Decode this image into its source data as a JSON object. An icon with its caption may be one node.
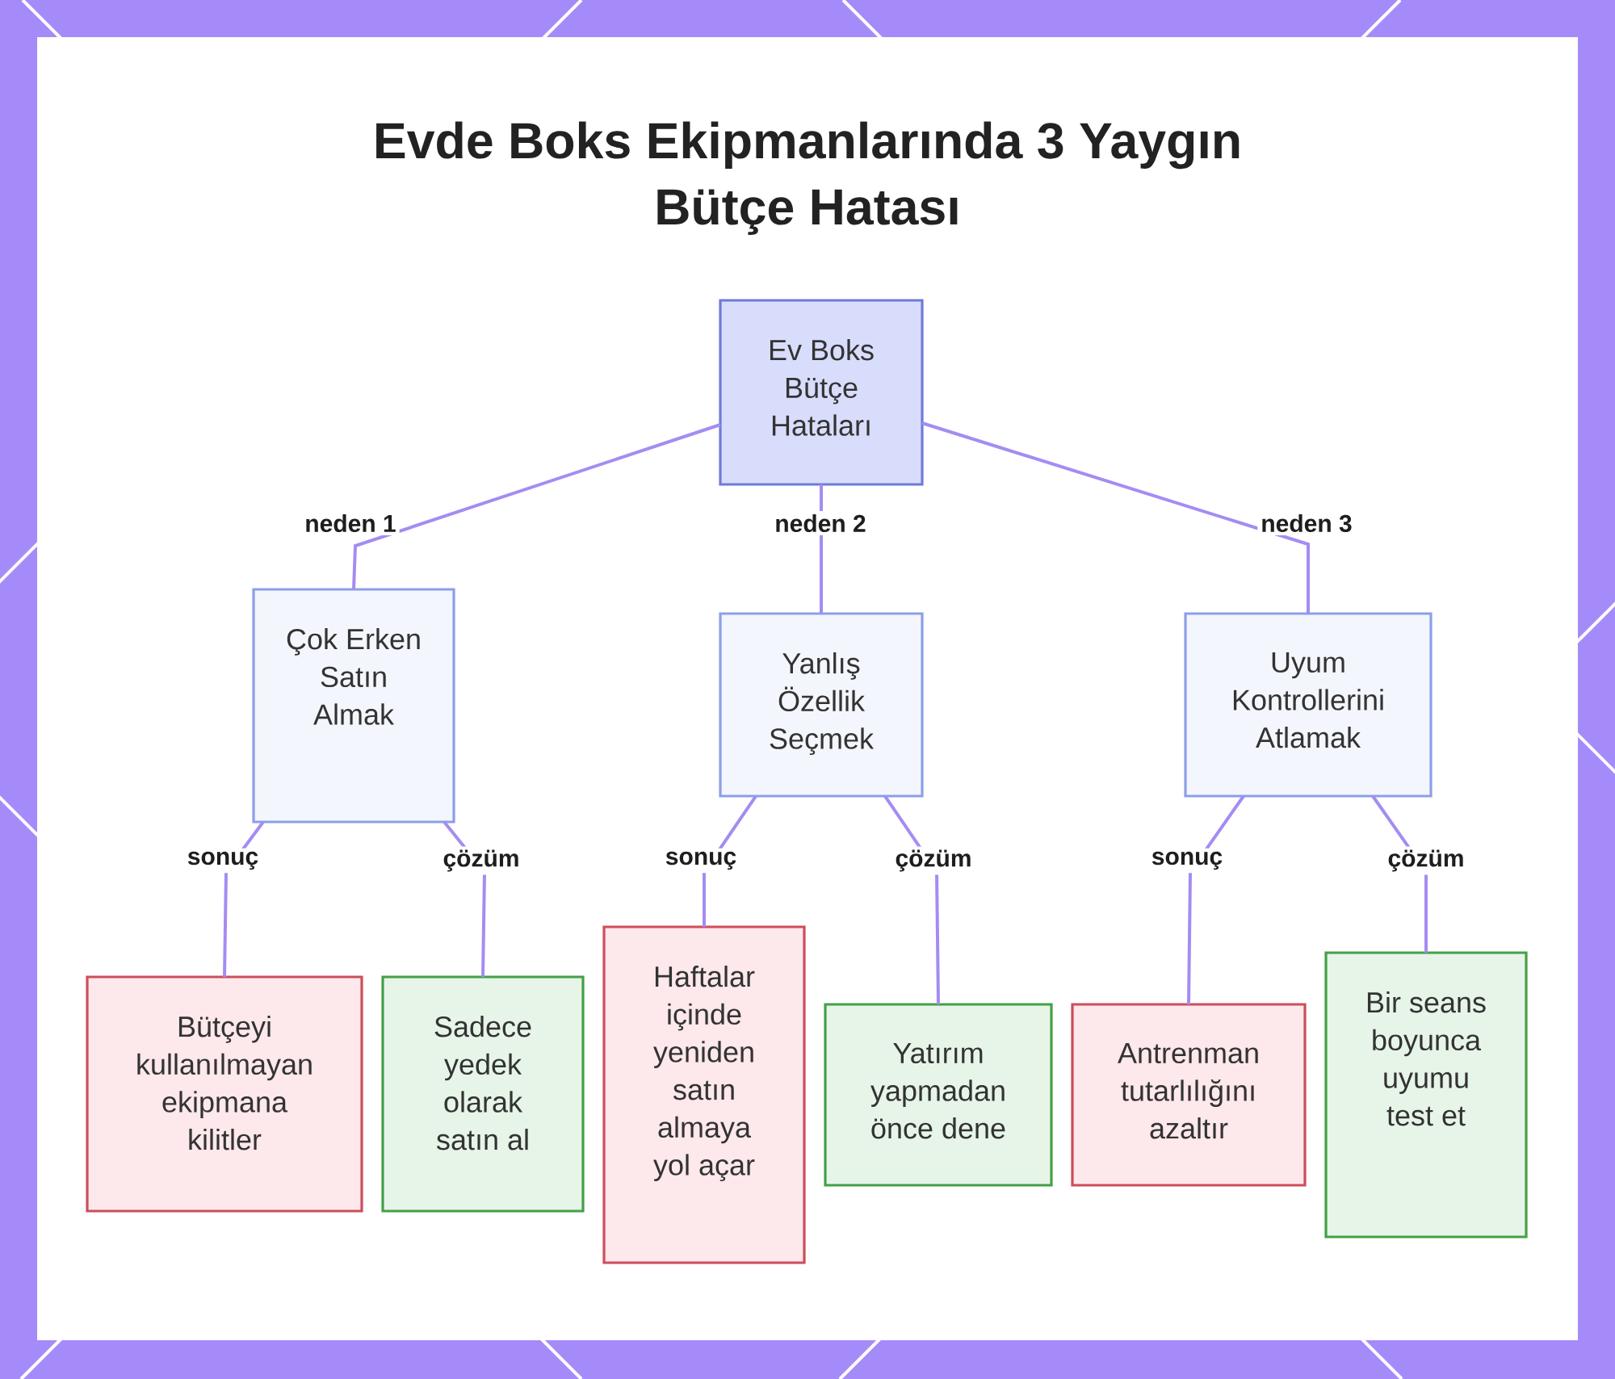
{
  "diagram": {
    "title": "Evde Boks Ekipmanlarında 3 Yaygın Bütçe Hatası",
    "nodes": [
      {
        "text": [
          "Ev Boks Bütçe Hataları"
        ]
      },
      {
        "text": [
          "Çok Erken Satın Almak"
        ]
      },
      {
        "text": [
          "Yanlış Özellik Seçmek"
        ]
      },
      {
        "text": [
          "Uyum Kontrollerini Atlamak"
        ]
      },
      {
        "text": [
          "Bütçeyi kullanılmayan ekipmana kilitler"
        ]
      },
      {
        "text": [
          "Sadece yedek olarak satın al"
        ]
      },
      {
        "text": [
          "Haftalar içinde yeniden satın almaya yol açar"
        ]
      },
      {
        "text": [
          "Yatırım yapmadan önce dene"
        ]
      },
      {
        "text": [
          "Antrenman tutarlılığını azaltır"
        ]
      },
      {
        "text": [
          "Bir seans boyunca uyumu test et"
        ]
      }
    ],
    "edges": [
      {
        "from": 0,
        "to": 1,
        "arrow": "none",
        "label": "neden 1"
      },
      {
        "from": 0,
        "to": 2,
        "arrow": "none",
        "label": "neden 2"
      },
      {
        "from": 0,
        "to": 3,
        "arrow": "none",
        "label": "neden 3"
      },
      {
        "from": 1,
        "to": 4,
        "arrow": "none",
        "label": "sonuç"
      },
      {
        "from": 1,
        "to": 5,
        "arrow": "none",
        "label": "çözüm"
      },
      {
        "from": 2,
        "to": 6,
        "arrow": "none",
        "label": "sonuç"
      },
      {
        "from": 2,
        "to": 7,
        "arrow": "none",
        "label": "çözüm"
      },
      {
        "from": 3,
        "to": 8,
        "arrow": "none",
        "label": "sonuç"
      },
      {
        "from": 3,
        "to": 9,
        "arrow": "none",
        "label": "çözüm"
      }
    ]
  }
}
